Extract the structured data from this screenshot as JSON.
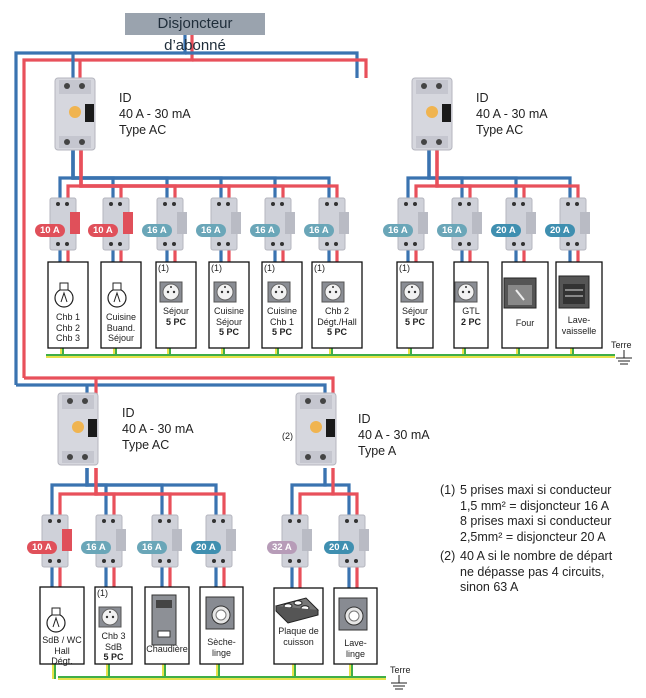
{
  "title": "Disjoncteur d’abonné",
  "colors": {
    "phase": "#e8505b",
    "neutral": "#3a73b0",
    "earth_yellow": "#e6e24a",
    "earth_green": "#3fae49",
    "badge_10A": "#e0505a",
    "badge_16A": "#6aa6b8",
    "badge_20A": "#3f8fb0",
    "badge_32A": "#b79cb8",
    "title_bg": "#9aa3ae"
  },
  "rcds": [
    {
      "id": "rcd-1",
      "line1": "ID",
      "line2": "40 A - 30 mA",
      "line3": "Type AC",
      "note": ""
    },
    {
      "id": "rcd-2",
      "line1": "ID",
      "line2": "40 A - 30 mA",
      "line3": "Type AC",
      "note": ""
    },
    {
      "id": "rcd-3",
      "line1": "ID",
      "line2": "40 A - 30 mA",
      "line3": "Type AC",
      "note": ""
    },
    {
      "id": "rcd-4",
      "line1": "ID",
      "line2": "40 A - 30 mA",
      "line3": "Type A",
      "note": "(2)"
    }
  ],
  "circuits": [
    {
      "group": 1,
      "rating": "10 A",
      "load": "lamp",
      "note": "",
      "lines": [
        "Chb 1",
        "Chb 2",
        "Chb 3"
      ],
      "bold": ""
    },
    {
      "group": 1,
      "rating": "10 A",
      "load": "lamp",
      "note": "",
      "lines": [
        "Cuisine",
        "Buand.",
        "Séjour"
      ],
      "bold": ""
    },
    {
      "group": 1,
      "rating": "16 A",
      "load": "socket",
      "note": "(1)",
      "lines": [
        "Séjour"
      ],
      "bold": "5 PC"
    },
    {
      "group": 1,
      "rating": "16 A",
      "load": "socket",
      "note": "(1)",
      "lines": [
        "Cuisine",
        "Séjour"
      ],
      "bold": "5 PC"
    },
    {
      "group": 1,
      "rating": "16 A",
      "load": "socket",
      "note": "(1)",
      "lines": [
        "Cuisine",
        "Chb 1"
      ],
      "bold": "5 PC"
    },
    {
      "group": 1,
      "rating": "16 A",
      "load": "socket",
      "note": "(1)",
      "lines": [
        "Chb 2",
        "Dégt./Hall"
      ],
      "bold": "5 PC"
    },
    {
      "group": 2,
      "rating": "16 A",
      "load": "socket",
      "note": "(1)",
      "lines": [
        "Séjour"
      ],
      "bold": "5 PC"
    },
    {
      "group": 2,
      "rating": "16 A",
      "load": "socket",
      "note": "",
      "lines": [
        "GTL"
      ],
      "bold": "2 PC"
    },
    {
      "group": 2,
      "rating": "20 A",
      "load": "oven",
      "note": "",
      "lines": [
        "Four"
      ],
      "bold": ""
    },
    {
      "group": 2,
      "rating": "20 A",
      "load": "dishwasher",
      "note": "",
      "lines": [
        "Lave-",
        "vaisselle"
      ],
      "bold": ""
    },
    {
      "group": 3,
      "rating": "10 A",
      "load": "lamp",
      "note": "",
      "lines": [
        "SdB / WC",
        "Hall",
        "Dégt."
      ],
      "bold": ""
    },
    {
      "group": 3,
      "rating": "16 A",
      "load": "socket",
      "note": "(1)",
      "lines": [
        "Chb 3",
        "SdB"
      ],
      "bold": "5 PC"
    },
    {
      "group": 3,
      "rating": "16 A",
      "load": "boiler",
      "note": "",
      "lines": [
        "Chaudière"
      ],
      "bold": ""
    },
    {
      "group": 3,
      "rating": "20 A",
      "load": "dryer",
      "note": "",
      "lines": [
        "Sèche-",
        "linge"
      ],
      "bold": ""
    },
    {
      "group": 4,
      "rating": "32 A",
      "load": "hob",
      "note": "",
      "lines": [
        "Plaque de",
        "cuisson"
      ],
      "bold": ""
    },
    {
      "group": 4,
      "rating": "20 A",
      "load": "washer",
      "note": "",
      "lines": [
        "Lave-",
        "linge"
      ],
      "bold": ""
    }
  ],
  "earth_label": "Terre",
  "notes": [
    {
      "key": "(1)",
      "lines": [
        "5 prises maxi si conducteur",
        "1,5 mm² = disjoncteur 16 A",
        "8 prises maxi si conducteur",
        "2,5mm² = disjoncteur 20 A"
      ]
    },
    {
      "key": "(2)",
      "lines": [
        "40 A si le nombre de départ",
        "ne dépasse pas 4 circuits,",
        "sinon 63 A"
      ]
    }
  ]
}
